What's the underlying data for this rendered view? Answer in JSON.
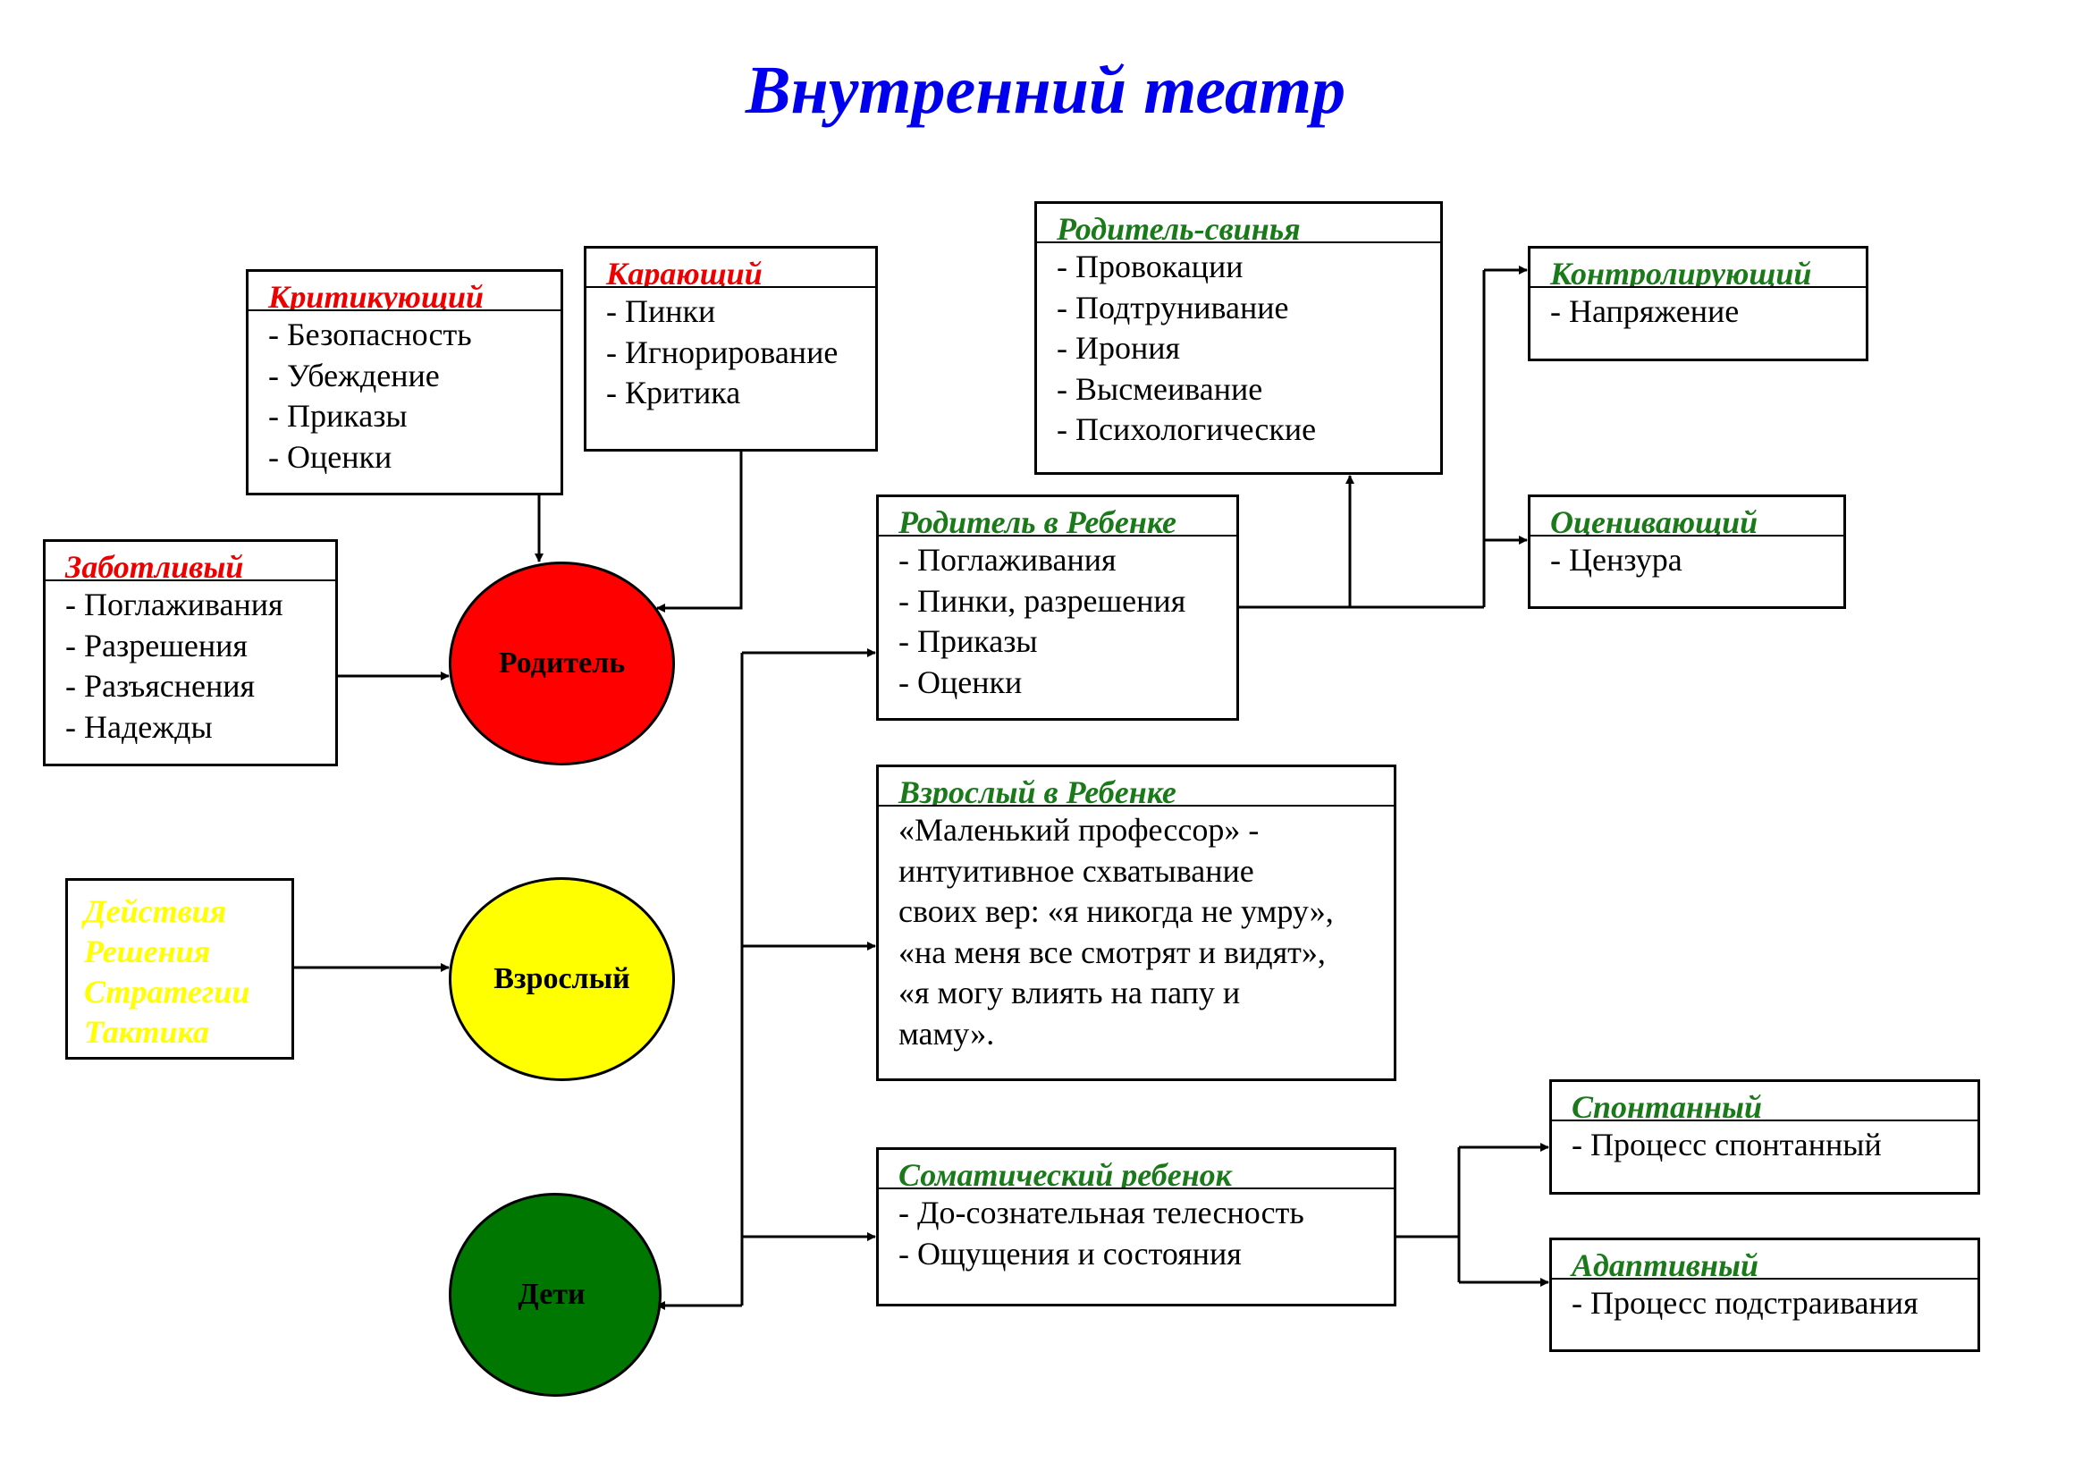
{
  "title": "Внутренний театр",
  "colors": {
    "title": "#0000ee",
    "parent_circle": "#ff0000",
    "adult_circle": "#ffff00",
    "children_circle": "#007700",
    "red_header": "#ee0000",
    "green_header": "#1a7a1a",
    "yellow_text": "#ffff00"
  },
  "circles": {
    "parent": "Родитель",
    "adult": "Взрослый",
    "children": "Дети"
  },
  "boxes": {
    "critical": {
      "header": "Критикующий",
      "items": [
        "Безопасность",
        "Убеждение",
        "Приказы",
        "Оценки"
      ]
    },
    "punishing": {
      "header": "Карающий",
      "items": [
        "Пинки",
        "Игнорирование",
        "Критика"
      ]
    },
    "caring": {
      "header": "Заботливый",
      "items": [
        "Поглаживания",
        "Разрешения",
        "Разъяснения",
        "Надежды"
      ]
    },
    "adult_actions": {
      "items": [
        "Действия",
        "Решения",
        "Стратегии",
        "Тактика"
      ]
    },
    "pig_parent": {
      "header": "Родитель-свинья",
      "items": [
        "Провокации",
        "Подтрунивание",
        "Ирония",
        "Высмеивание",
        "Психологические"
      ]
    },
    "parent_in_child": {
      "header": "Родитель в Ребенке",
      "items": [
        "Поглаживания",
        "Пинки, разрешения",
        "Приказы",
        "Оценки"
      ]
    },
    "controlling": {
      "header": "Контролирующий",
      "items": [
        "Напряжение"
      ]
    },
    "evaluating": {
      "header": "Оценивающий",
      "items": [
        "Цензура"
      ]
    },
    "adult_in_child": {
      "header": "Взрослый в Ребенке",
      "lines": [
        "«Маленький профессор» -",
        "интуитивное схватывание",
        "своих вер: «я никогда не умру»,",
        "«на меня все смотрят и видят»,",
        "«я могу влиять на папу и",
        "маму»."
      ]
    },
    "somatic": {
      "header": "Соматический ребенок",
      "items": [
        "До-сознательная телесность",
        "Ощущения и состояния"
      ]
    },
    "spontaneous": {
      "header": "Спонтанный",
      "items": [
        "Процесс спонтанный"
      ]
    },
    "adaptive": {
      "header": "Адаптивный",
      "items": [
        "Процесс подстраивания"
      ]
    }
  }
}
